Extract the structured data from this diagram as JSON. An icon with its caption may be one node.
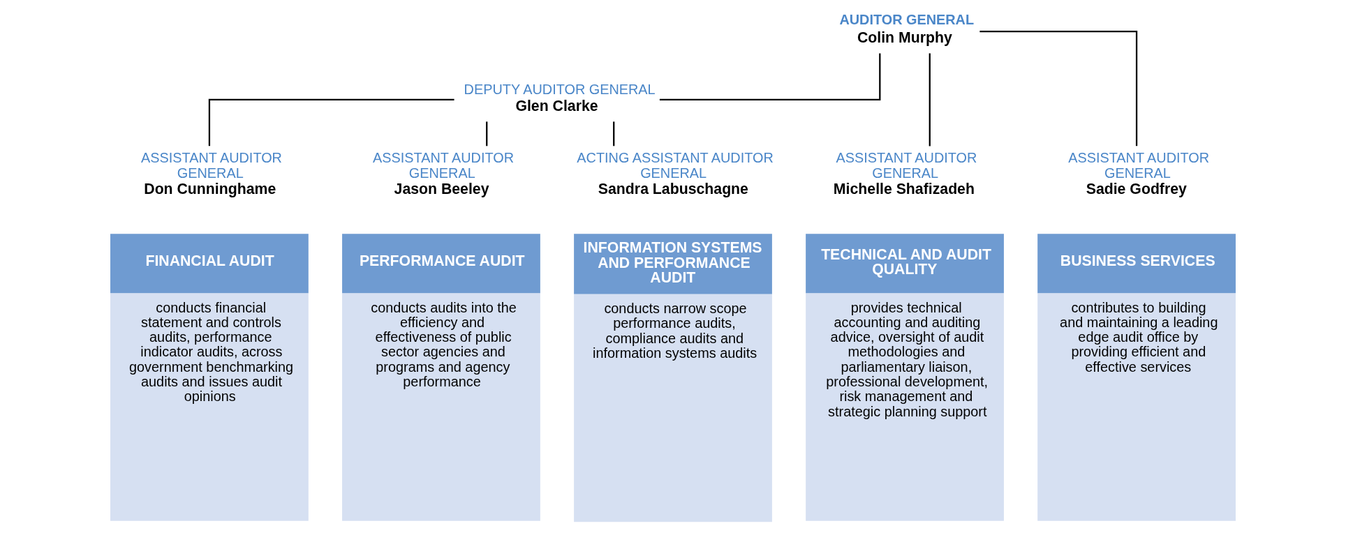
{
  "diagram": {
    "nodes": [
      {
        "text": [
          "AUDITOR GENERAL",
          "Colin Murphy"
        ]
      },
      {
        "text": [
          "DEPUTY AUDITOR GENERAL",
          "Glen Clarke"
        ]
      },
      {
        "text": [
          "ASSISTANT AUDITOR GENERAL",
          "Michelle Shafizadeh"
        ]
      },
      {
        "text": [
          "ASSISTANT AUDITOR GENERAL",
          "Sadie Godfrey"
        ]
      },
      {
        "text": [
          "ASSISTANT AUDITOR GENERAL",
          "Don Cunninghame"
        ]
      },
      {
        "text": [
          "ASSISTANT AUDITOR GENERAL",
          "Jason Beeley"
        ]
      },
      {
        "text": [
          "ACTING ASSISTANT AUDITOR GENERAL",
          "Sandra Labuschagne"
        ]
      },
      {
        "text": [
          "TECHNICAL AND AUDIT QUALITY",
          "provides technical accounting and auditing advice, oversight of audit methodologies and parliamentary liaison, professional development, risk management and strategic planning support"
        ]
      },
      {
        "text": [
          "BUSINESS SERVICES",
          "contributes to building and maintaining a leading edge audit office by providing efficient and effective services"
        ]
      },
      {
        "text": [
          "FINANCIAL AUDIT",
          "conducts financial statement and controls audits, performance indicator audits, across government benchmarking audits and issues audit opinions"
        ]
      },
      {
        "text": [
          "PERFORMANCE AUDIT",
          "conducts audits into the efficiency and effectiveness of public sector agencies and programs and agency performance"
        ]
      },
      {
        "text": [
          "INFORMATION SYSTEMS AND PERFORMANCE AUDIT",
          "conducts narrow scope performance audits, compliance audits and information systems audits"
        ]
      }
    ],
    "edges": [
      {
        "from": 0,
        "to": 1,
        "arrow": "none"
      },
      {
        "from": 0,
        "to": 2,
        "arrow": "none"
      },
      {
        "from": 0,
        "to": 3,
        "arrow": "none"
      },
      {
        "from": 1,
        "to": 4,
        "arrow": "none"
      },
      {
        "from": 1,
        "to": 5,
        "arrow": "none"
      },
      {
        "from": 1,
        "to": 6,
        "arrow": "none"
      }
    ]
  }
}
